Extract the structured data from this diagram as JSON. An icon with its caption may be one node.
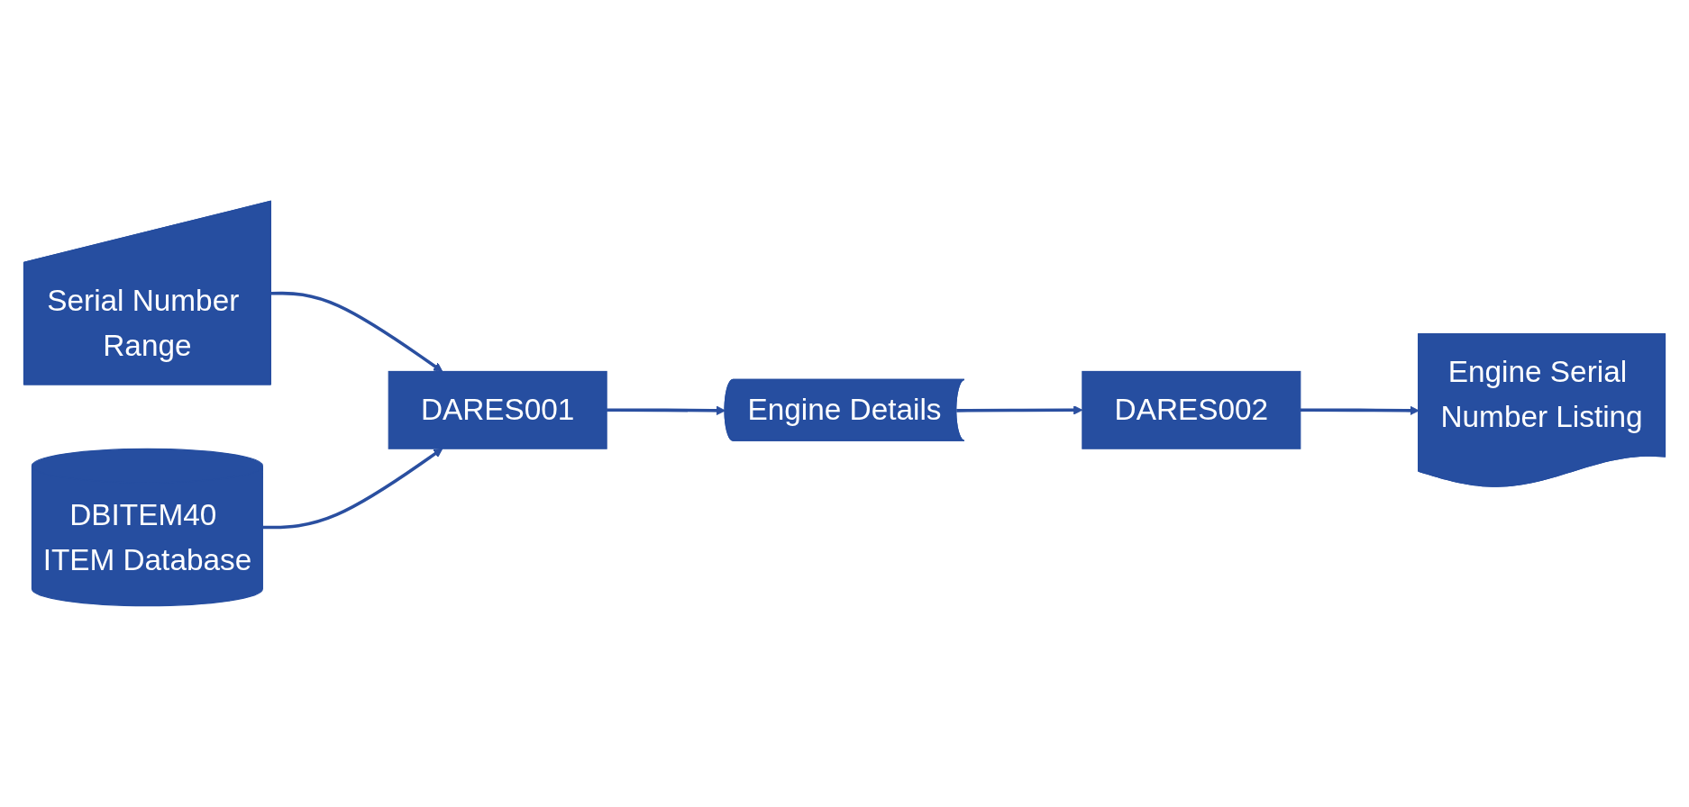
{
  "diagram": {
    "nodes": [
      {
        "text": [
          "Serial Number Range"
        ]
      },
      {
        "text": [
          "DBITEM40 ITEM Database"
        ]
      },
      {
        "text": [
          "DARES001"
        ]
      },
      {
        "text": [
          "Engine Details"
        ]
      },
      {
        "text": [
          "DARES002"
        ]
      },
      {
        "text": [
          "Engine Serial Number Listing"
        ]
      }
    ],
    "edges": [
      {
        "from": 0,
        "to": 2,
        "arrow": "to"
      },
      {
        "from": 1,
        "to": 2,
        "arrow": "to"
      },
      {
        "from": 2,
        "to": 3,
        "arrow": "to"
      },
      {
        "from": 3,
        "to": 4,
        "arrow": "to"
      },
      {
        "from": 4,
        "to": 5,
        "arrow": "to"
      }
    ]
  }
}
